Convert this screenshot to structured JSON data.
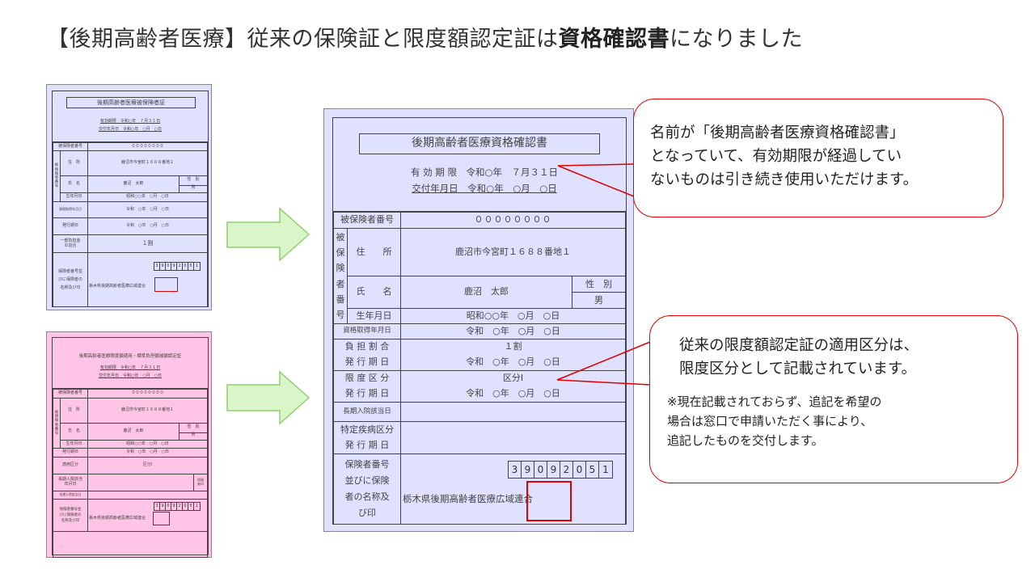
{
  "title": {
    "prefix": "【後期高齢者医療】従来の保険証と限度額認定証は",
    "bold": "資格確認書",
    "suffix": "になりました"
  },
  "colors": {
    "card_blue": "#e0e0ff",
    "card_pink": "#ffc4e6",
    "accent_red": "#e00000",
    "arrow_fill": "#d9f5c9",
    "arrow_stroke": "#8dd16b"
  },
  "old_card": {
    "heading": "後期高齢者医療被保険者証",
    "validity": "有効期限　令和○年　７月３１日",
    "issued": "交付年月日　令和○年　○月　○日",
    "insured_no_label": "被保険者番号",
    "insured_no": "００００００００",
    "side_label": [
      "被",
      "保",
      "険",
      "者",
      "番",
      "号"
    ],
    "address_label": "住　所",
    "address": "鹿沼市今宮町１６８８番地１",
    "name_label": "氏　名",
    "name": "鹿沼　太郎",
    "sex_label": "性　別",
    "sex": "男",
    "birth_label": "生年月日",
    "birth": "昭和○○年　○月　○日",
    "acq_label": "資格取得年月日",
    "acq": "令和　○年　○月　○日",
    "issue_label": "発行期日",
    "issue": "令和　○年　○月　○日",
    "ratio_label": "一部負担金の割合",
    "ratio": "１割",
    "insurer_label": "保険者番号並びに保険者の名称及び印",
    "insurer_digits": [
      "3",
      "9",
      "0",
      "9",
      "2",
      "0",
      "5",
      "1"
    ],
    "insurer_name": "栃木県後期高齢者医療広域連合"
  },
  "limit_card": {
    "heading": "後期高齢者医療限度額適用・標準負担額減額認定証",
    "validity": "有効期限　令和○年　７月３１日",
    "issued": "交付年月日　令和○年　○月　○日",
    "insured_no_label": "被保険者番号",
    "insured_no": "００００００００",
    "side_label": [
      "被",
      "保",
      "険",
      "者",
      "番",
      "号"
    ],
    "address_label": "住　所",
    "address": "鹿沼市今宮町１６８８番地１",
    "name_label": "氏　名",
    "name": "鹿沼　太郎",
    "sex_label": "性　別",
    "sex": "男",
    "birth_label": "生年月日",
    "birth": "昭和○○年　○月　○日",
    "issue_label": "発行期日",
    "issue": "令和　○年　○月　○日",
    "class_label": "適用区分",
    "class": "区分Ⅰ",
    "long_label": "長期入院該当年月日",
    "seal_label": "保険者印",
    "long_day_label": "長期入院該当日",
    "insurer_label": "保険者番号並びに保険者の名称及び印",
    "insurer_digits": [
      "3",
      "9",
      "0",
      "9",
      "2",
      "0",
      "5",
      "1"
    ],
    "insurer_name": "栃木県後期高齢者医療広域連合"
  },
  "new_card": {
    "heading": "後期高齢者医療資格確認書",
    "validity": "有 効 期 限　令和○年　７月３１日",
    "issued": "交付年月日　令和○年　○月　○日",
    "insured_no_label": "被保険者番号",
    "insured_no": "００００００００",
    "side_label": [
      "被",
      "保",
      "険",
      "者",
      "番",
      "号"
    ],
    "address_label": "住　　所",
    "address": "鹿沼市今宮町１６８８番地１",
    "name_label": "氏　　名",
    "name": "鹿沼　太郎",
    "sex_label": "性　別",
    "sex": "男",
    "birth_label": "生年月日",
    "birth": "昭和○○年　○月　○日",
    "acq_label": "資格取得年月日",
    "acq": "令和　○年　○月　○日",
    "ratio_label": "負 担 割 合",
    "ratio": "１割",
    "ratio_issue_label": "発 行 期 日",
    "ratio_issue": "令和　○年　○月　○日",
    "limit_label": "限 度 区 分",
    "limit": "区分Ⅰ",
    "limit_issue_label": "発 行 期 日",
    "limit_issue": "令和　○年　○月　○日",
    "long_label": "長期入院該当日",
    "disease_label": "特定疾病区分",
    "disease_issue_label": "発 行 期 日",
    "insurer_label": [
      "保険者番号",
      "並びに保険",
      "者の名称及",
      "び印"
    ],
    "insurer_digits": [
      "3",
      "9",
      "0",
      "9",
      "2",
      "0",
      "5",
      "1"
    ],
    "insurer_name": "栃木県後期高齢者医療広域連合"
  },
  "callout1": {
    "lines": [
      "名前が「後期高齢者医療資格確認書」",
      "となっていて、有効期限が経過してい",
      "ないものは引き続き使用いただけます。"
    ]
  },
  "callout2": {
    "lines": [
      "従来の限度額認定証の適用区分は、",
      "限度区分として記載されています。"
    ],
    "note": [
      "※現在記載されておらず、追記を希望の",
      "場合は窓口で申請いただく事により、",
      "追記したものを交付します。"
    ]
  }
}
